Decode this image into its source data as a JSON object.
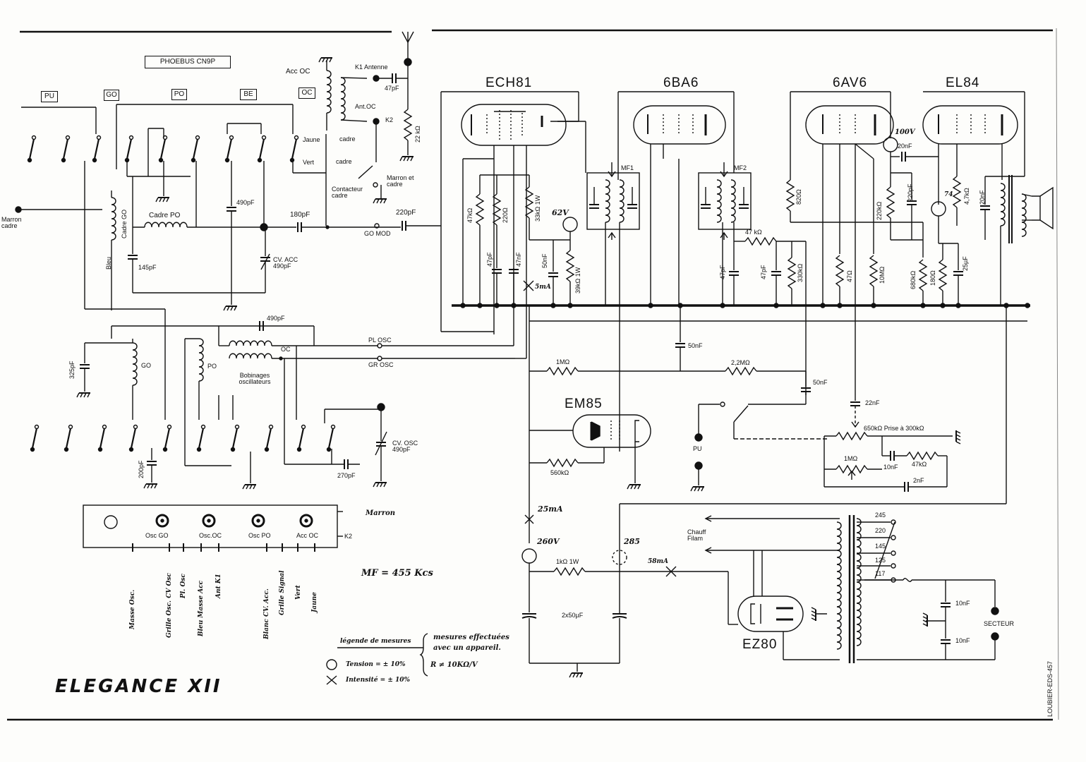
{
  "title": "ELEGANCE XII",
  "coil_set": "PHOEBUS CN9P",
  "bands": [
    "PU",
    "GO",
    "PO",
    "BE",
    "OC"
  ],
  "tubes": [
    "ECH81",
    "6BA6",
    "6AV6",
    "EL84",
    "EM85",
    "EZ80"
  ],
  "if_freq": "MF = 455 Kcs",
  "credit": "LOUBIER-EDS-457",
  "legend": {
    "title": "légende de mesures",
    "note_1": "mesures effectuées",
    "note_2": "avec un appareil.",
    "ohms_per_volt": "R ≠ 10KΩ/V",
    "voltage": "Tension = ± 10%",
    "current": "Intensité = ± 10%"
  },
  "labels": {
    "acc_oc": "Acc OC",
    "k1_antenne": "K1 Antenne",
    "ant_oc": "Ant.OC",
    "k2": "K2",
    "jaune": "Jaune",
    "vert": "Vert",
    "cadre": "cadre",
    "marron_cadre": "Marron et cadre",
    "contacteur": "Contacteur cadre",
    "marron_left": "Marron cadre",
    "bleu": "Bleu",
    "cadre_go": "Cadre GO",
    "cadre_po": "Cadre PO",
    "cv_acc": "CV. ACC 490pF",
    "go_mod": "GO MOD",
    "pl_osc": "PL OSC",
    "gr_osc": "GR OSC",
    "bob_osc": "Bobinages oscillateurs",
    "cv_osc": "CV. OSC 490pF",
    "mf1": "MF1",
    "mf2": "MF2",
    "prise": "650kΩ Prise à 300kΩ",
    "pu": "PU",
    "chauff": "Chauff Filam",
    "secteur": "SECTEUR",
    "marron_box": "Marron",
    "osc_go": "Osc GO",
    "osc_oc": "Osc.OC",
    "osc_po": "Osc PO",
    "acc_oc_box": "Acc OC",
    "go": "GO",
    "po": "PO",
    "oc": "OC"
  },
  "wiring_labels": [
    "Masse Osc.",
    "Grille Osc. CV Osc",
    "Pl. Osc",
    "Bleu Masse Acc",
    "Ant K1",
    "Blanc CV. Acc.",
    "Grille Signal",
    "Vert",
    "Jaune"
  ],
  "components": {
    "c47pF_ant": "47pF",
    "r22k": "22 kΩ",
    "c490pF_po": "490pF",
    "c180pF": "180pF",
    "c220pF": "220pF",
    "c145pF": "145pF",
    "r47k_a": "47kΩ",
    "r220": "220Ω",
    "r33k": "33kΩ 1W",
    "c47pF_b": "47pF",
    "c47nF": "47nF",
    "c50nF_a": "50nF",
    "r39k": "39kΩ 1W",
    "r47k_b": "47 kΩ",
    "c47pF_c": "47pF",
    "c47pF_d": "47pF",
    "r330k": "330kΩ",
    "r820": "820Ω",
    "r47": "47Ω",
    "r10M": "10MΩ",
    "r220k": "220kΩ",
    "c220pF_b": "220pF",
    "c20nF_a": "20nF",
    "r4_7k": "4,7kΩ",
    "c20nF_b": "20nF",
    "r680k": "680kΩ",
    "r180": "180Ω",
    "c25uF": "25µF",
    "c325pF": "325pF",
    "c490pF_osc": "490pF",
    "c200pF": "200pF",
    "c270pF": "270pF",
    "c50nF_b": "50nF",
    "r1M": "1MΩ",
    "r2_2M": "2,2MΩ",
    "c50nF_c": "50nF",
    "c22nF": "22nF",
    "r560k": "560kΩ",
    "r1M_b": "1MΩ",
    "c10nF": "10nF",
    "r47k_c": "47kΩ",
    "c2nF": "2nF",
    "r1k": "1kΩ 1W",
    "c2x50": "2x50µF",
    "c10nF_a": "10nF",
    "c10nF_b": "10nF"
  },
  "measurements": {
    "v62": "62V",
    "i5": "5mA",
    "v100": "100V",
    "v74": "74",
    "i25": "25mA",
    "v260": "260V",
    "v285": "285",
    "i58": "58mA"
  },
  "taps": [
    "245",
    "220",
    "145",
    "125",
    "117"
  ]
}
